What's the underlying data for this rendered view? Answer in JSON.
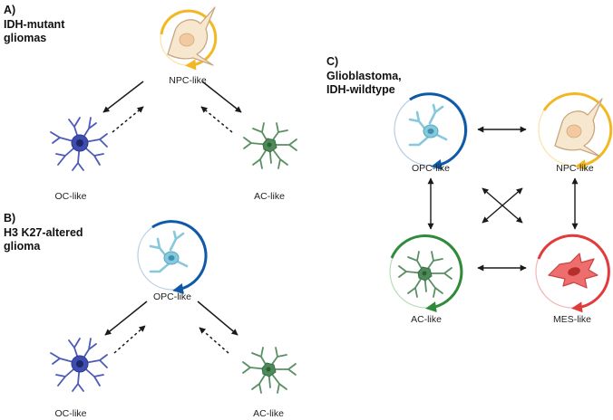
{
  "panels": [
    {
      "letter": "A)",
      "title_lines": [
        "IDH-mutant",
        "gliomas"
      ],
      "states": [
        "NPC-like",
        "OC-like",
        "AC-like"
      ]
    },
    {
      "letter": "B)",
      "title_lines": [
        "H3 K27-altered",
        "glioma"
      ],
      "states": [
        "OPC-like",
        "OC-like",
        "AC-like"
      ]
    },
    {
      "letter": "C)",
      "title_lines": [
        "Glioblastoma,",
        "IDH-wildtype"
      ],
      "states": [
        "OPC-like",
        "NPC-like",
        "AC-like",
        "MES-like"
      ]
    }
  ],
  "colors": {
    "npc": "#f2b824",
    "opc": "#0f5aa8",
    "ac": "#2f8a3a",
    "mes": "#e23b3b",
    "oc": "#3b4cb0",
    "arrow": "#1a1a1a"
  }
}
